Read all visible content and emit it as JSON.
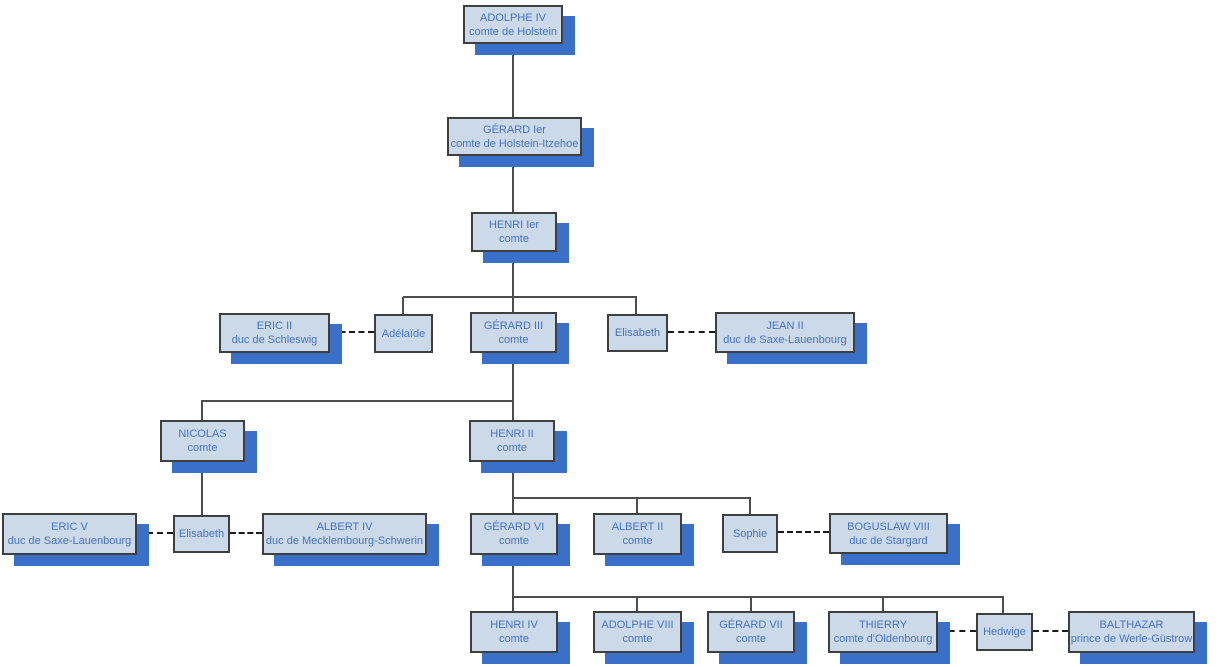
{
  "diagram": {
    "type": "family-tree",
    "language": "fr"
  },
  "colors": {
    "box_fill": "#ccd9e8",
    "box_border": "#3f3f3f",
    "shadow_blue": "#3a70c8",
    "text_blue": "#4472c4",
    "connector_solid": "#4d4d4d",
    "connector_dashed": "#1a1a1a",
    "background": "#ffffff"
  },
  "nodes": [
    {
      "name": "ADOLPHE IV",
      "title": "comte de Holstein"
    },
    {
      "name": "GÉRARD Ier",
      "title": "comte de Holstein-Itzehoe"
    },
    {
      "name": "HENRI Ier",
      "title": "comte"
    },
    {
      "name": "ERIC II",
      "title": "duc de Schleswig"
    },
    {
      "name": "Adélaïde",
      "title": ""
    },
    {
      "name": "GÉRARD III",
      "title": "comte"
    },
    {
      "name": "Elisabeth",
      "title": ""
    },
    {
      "name": "JEAN II",
      "title": "duc de Saxe-Lauenbourg"
    },
    {
      "name": "NICOLAS",
      "title": "comte"
    },
    {
      "name": "HENRI II",
      "title": "comte"
    },
    {
      "name": "ERIC V",
      "title": "duc de Saxe-Lauenbourg"
    },
    {
      "name": "Elisabeth",
      "title": ""
    },
    {
      "name": "ALBERT IV",
      "title": "duc de Mecklembourg-Schwerin"
    },
    {
      "name": "GÉRARD VI",
      "title": "comte"
    },
    {
      "name": "ALBERT II",
      "title": "comte"
    },
    {
      "name": "Sophie",
      "title": ""
    },
    {
      "name": "BOGUSLAW VIII",
      "title": "duc de Stargard"
    },
    {
      "name": "HENRI IV",
      "title": "comte"
    },
    {
      "name": "ADOLPHE VIII",
      "title": "comte"
    },
    {
      "name": "GÉRARD VII",
      "title": "comte"
    },
    {
      "name": "THIERRY",
      "title": "comte d'Oldenbourg"
    },
    {
      "name": "Hedwige",
      "title": ""
    },
    {
      "name": "BALTHAZAR",
      "title": "prince de Werle-Güstrow"
    }
  ]
}
